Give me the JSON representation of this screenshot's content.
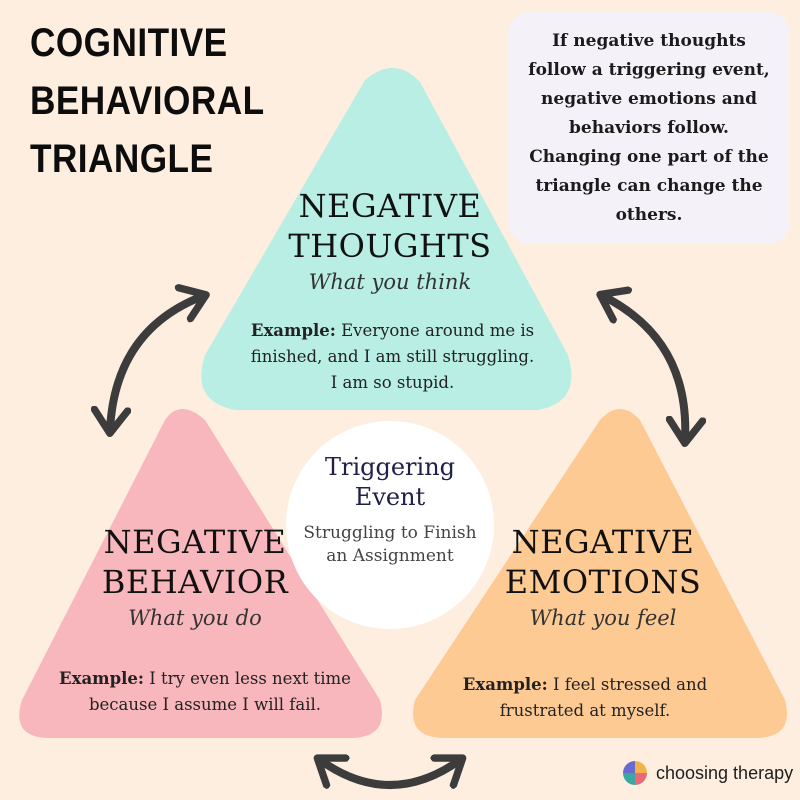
{
  "title": {
    "line1": "COGNITIVE",
    "line2": "BEHAVIORAL",
    "line3": "TRIANGLE"
  },
  "info": "If negative thoughts follow a triggering event, negative emotions and behaviors follow. Changing one part of the triangle can change the others.",
  "thoughts": {
    "line1": "NEGATIVE",
    "line2": "THOUGHTS",
    "subtitle": "What you think",
    "example_label": "Example:",
    "example_text": "Everyone around me is finished, and I am still struggling. I am so stupid.",
    "color": "#b8eee3"
  },
  "behavior": {
    "line1": "NEGATIVE",
    "line2": "BEHAVIOR",
    "subtitle": "What you do",
    "example_label": "Example:",
    "example_text": "I try even less next time because I assume I will fail.",
    "color": "#f8b7bc"
  },
  "emotions": {
    "line1": "NEGATIVE",
    "line2": "EMOTIONS",
    "subtitle": "What you feel",
    "example_label": "Example:",
    "example_text": "I feel stressed and frustrated at myself.",
    "color": "#fdca93"
  },
  "center": {
    "title_line1": "Triggering",
    "title_line2": "Event",
    "subtitle": "Struggling to Finish an Assignment"
  },
  "logo": {
    "text": "choosing therapy",
    "icon": "choosing-therapy-logo-icon"
  }
}
